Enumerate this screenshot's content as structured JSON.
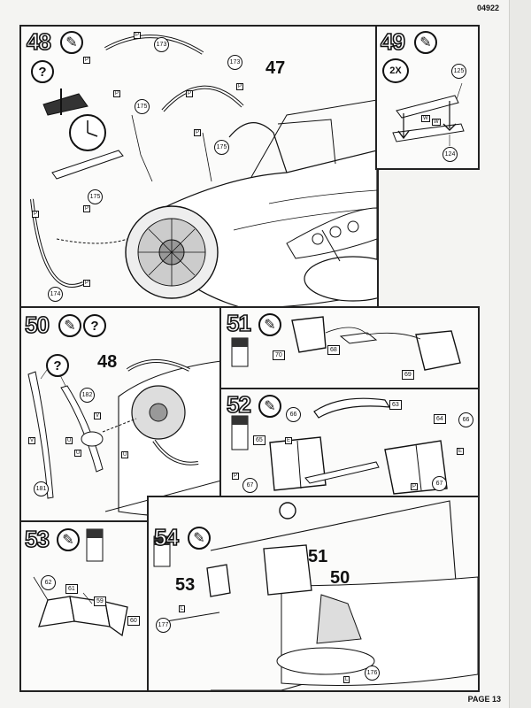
{
  "header": {
    "code": "04922"
  },
  "footer": {
    "page": "PAGE 13"
  },
  "steps": {
    "s48": {
      "number": "48",
      "callout": "47",
      "parts": [
        "173",
        "173",
        "175",
        "175",
        "175",
        "174"
      ],
      "marks": [
        "P",
        "P",
        "P",
        "P",
        "P",
        "P",
        "P",
        "P",
        "P"
      ]
    },
    "s49": {
      "number": "49",
      "badge": "2X",
      "parts": [
        "125",
        "124"
      ],
      "marks": [
        "W",
        "W"
      ]
    },
    "s50": {
      "number": "50",
      "callout": "48",
      "parts": [
        "182",
        "181"
      ],
      "marks": [
        "V",
        "V",
        "U",
        "U",
        "U"
      ]
    },
    "s51": {
      "number": "51",
      "parts": [
        "70",
        "68",
        "69"
      ]
    },
    "s52": {
      "number": "52",
      "parts": [
        "66",
        "63",
        "64",
        "66",
        "65",
        "67",
        "67"
      ],
      "marks": [
        "E",
        "E",
        "P",
        "P"
      ]
    },
    "s53": {
      "number": "53",
      "parts": [
        "62",
        "61",
        "59",
        "60"
      ]
    },
    "s54": {
      "number": "54",
      "callouts": [
        "51",
        "53",
        "50"
      ],
      "parts": [
        "177",
        "176"
      ],
      "marks": [
        "L",
        "L"
      ]
    }
  },
  "icons": {
    "glue": "glue-icon",
    "question": "question-icon",
    "paint": "paint-bottle-icon",
    "attention": "?"
  }
}
